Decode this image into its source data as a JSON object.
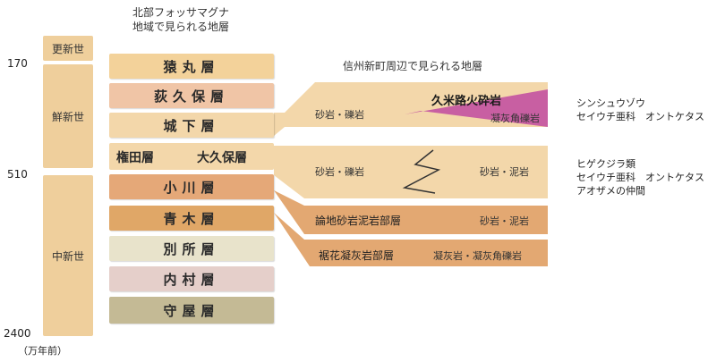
{
  "header_left": [
    "北部フォッサマグナ",
    "地域で見られる地層"
  ],
  "header_right": "信州新町周辺で見られる地層",
  "ages": {
    "a170": "170",
    "a510": "510",
    "a2400": "2400",
    "unit": "（万年前）"
  },
  "eras": {
    "koushinsei": "更新世",
    "senshinsei": "鮮新世",
    "chuushinsei": "中新世"
  },
  "layers": {
    "saruma": "猿丸層",
    "ogikubo": "荻久保層",
    "shiroshita": "城下層",
    "gonden": "権田層",
    "ookubo": "大久保層",
    "ogawa": "小川層",
    "aoki": "青木層",
    "bessho": "別所層",
    "uchimura": "内村層",
    "moriya": "守屋層"
  },
  "right": {
    "sandstone_cong": "砂岩・礫岩",
    "kume": "久米路火砕岩",
    "tuff_breccia": "凝灰角礫岩",
    "sand_cong2": "砂岩・礫岩",
    "sand_mud": "砂岩・泥岩",
    "ronji": "論地砂岩泥岩部層",
    "sand_mud2": "砂岩・泥岩",
    "susobana": "裾花凝灰岩部層",
    "tuff": "凝灰岩・凝灰角礫岩"
  },
  "fossils": {
    "upper": [
      "シンシュウゾウ",
      "セイウチ亜科　オントケタス"
    ],
    "lower": [
      "ヒゲクジラ類",
      "セイウチ亜科　オントケタス",
      "アオザメの仲間"
    ]
  },
  "colors": {
    "era": "#efcf9c",
    "band_light": "#f3d7aa",
    "band_orange": "#e3a872",
    "saruma": "#f3d29a",
    "ogikubo": "#f0c5a6",
    "ogawa": "#e5a878",
    "aoki": "#e0a767",
    "bessho": "#e8e3cb",
    "uchimura": "#e5cfca",
    "moriya": "#c4ba95",
    "kume": "#c85fa2"
  }
}
